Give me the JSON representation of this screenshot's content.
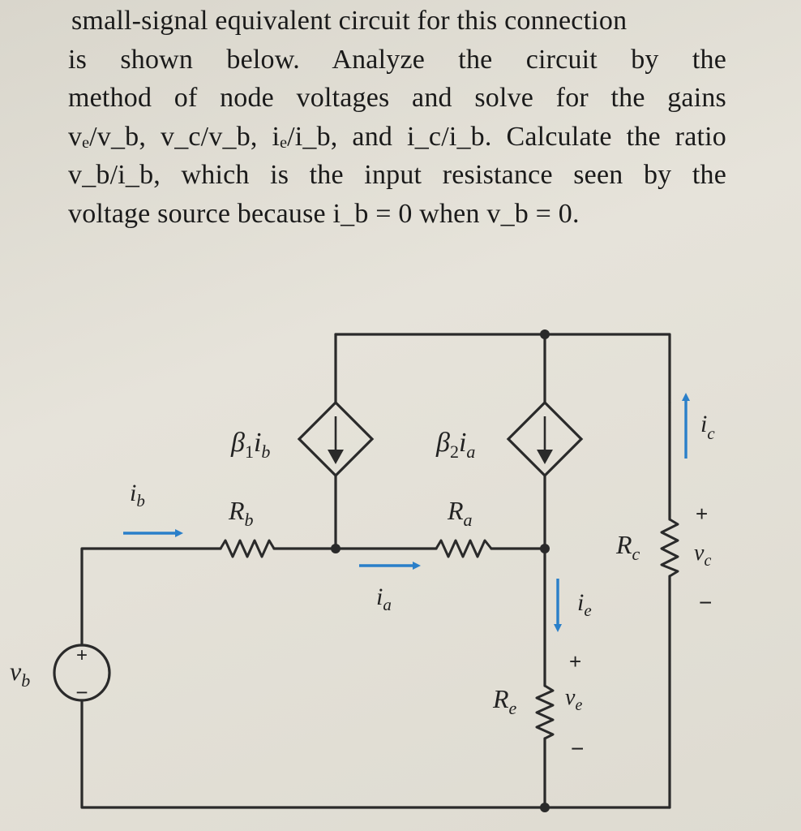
{
  "problem": {
    "lines": [
      "small-signal equivalent circuit for this connection",
      "is shown below. Analyze the circuit by the",
      "method of node voltages and solve for the gains",
      "vₑ/v_b, v_c/v_b, iₑ/i_b, and i_c/i_b. Calculate the ratio",
      "v_b/i_b, which is the input resistance seen by the",
      "voltage source because i_b = 0 when v_b = 0."
    ]
  },
  "circuit": {
    "source_label": "v",
    "source_sub": "b",
    "source_plus": "+",
    "source_minus": "−",
    "ib_label": "i",
    "ib_sub": "b",
    "rb_label": "R",
    "rb_sub": "b",
    "dep1_beta": "β",
    "dep1_beta_sub": "1",
    "dep1_i": "i",
    "dep1_i_sub": "b",
    "ia_label": "i",
    "ia_sub": "a",
    "ra_label": "R",
    "ra_sub": "a",
    "dep2_beta": "β",
    "dep2_beta_sub": "2",
    "dep2_i": "i",
    "dep2_i_sub": "a",
    "ie_label": "i",
    "ie_sub": "e",
    "re_label": "R",
    "re_sub": "e",
    "ve_plus": "+",
    "ve_label": "v",
    "ve_sub": "e",
    "ve_minus": "−",
    "rc_label": "R",
    "rc_sub": "c",
    "ic_label": "i",
    "ic_sub": "c",
    "vc_plus": "+",
    "vc_label": "v",
    "vc_sub": "c",
    "vc_minus": "−"
  },
  "colors": {
    "wire": "#2a2a2a",
    "arrow": "#2a7fc9"
  }
}
